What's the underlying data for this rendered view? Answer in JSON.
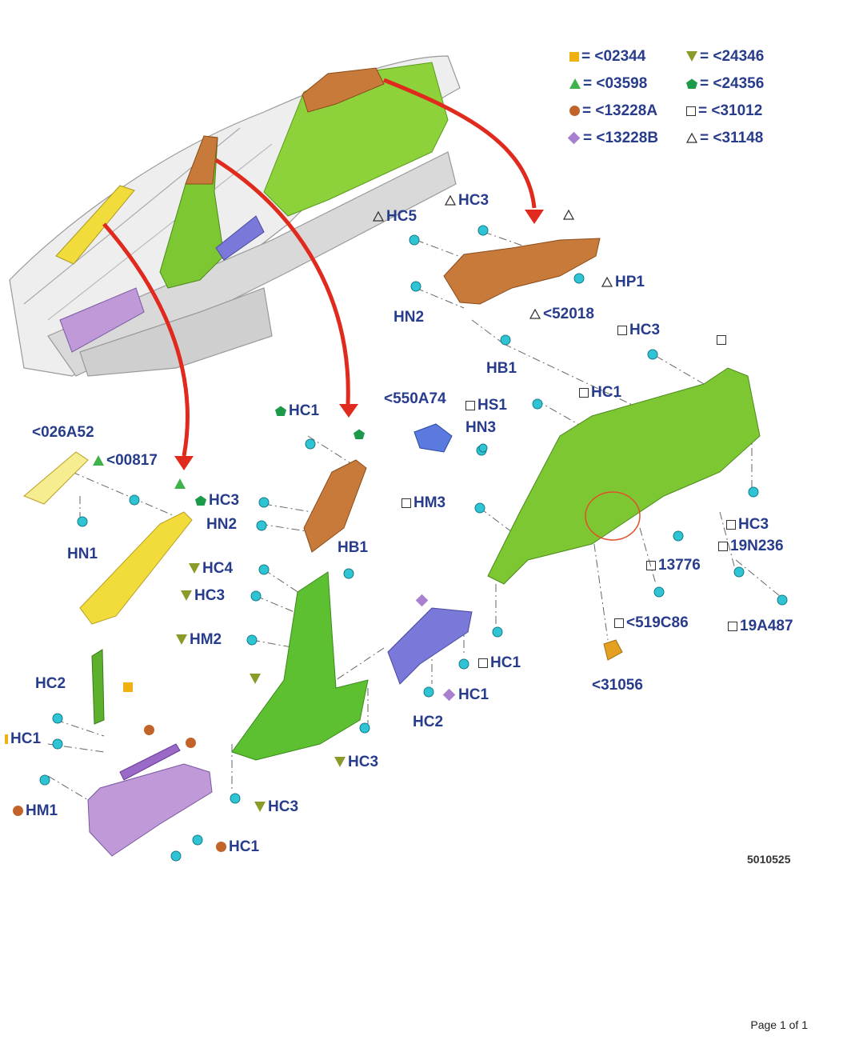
{
  "legend": [
    {
      "symbol": "square-orange",
      "eq": "=",
      "part": "<02344"
    },
    {
      "symbol": "triangle-down-olive",
      "eq": "=",
      "part": "<24346"
    },
    {
      "symbol": "triangle-green",
      "eq": "=",
      "part": "<03598"
    },
    {
      "symbol": "pentagon-green",
      "eq": "=",
      "part": "<24356"
    },
    {
      "symbol": "circle-brown",
      "eq": "=",
      "part": "<13228A"
    },
    {
      "symbol": "square-open",
      "eq": "=",
      "part": "<31012"
    },
    {
      "symbol": "diamond-purple",
      "eq": "=",
      "part": "<13228B"
    },
    {
      "symbol": "triangle-open",
      "eq": "=",
      "part": "<31148"
    }
  ],
  "callouts": {
    "hc5": "HC5",
    "hc3_top": "HC3",
    "hp1": "HP1",
    "hn2_top": "HN2",
    "p52018": "<52018",
    "hc3_right": "HC3",
    "hb1_top": "HB1",
    "hc1_mid": "HC1",
    "p550a74": "<550A74",
    "hs1": "HS1",
    "hn3": "HN3",
    "hc1_pent": "HC1",
    "p026a52": "<026A52",
    "p00817": "<00817",
    "hc3_pent": "HC3",
    "hn2_mid": "HN2",
    "hb1_mid": "HB1",
    "hn1": "HN1",
    "hc4": "HC4",
    "hc3_a": "HC3",
    "hm3": "HM3",
    "hc3_low": "HC3",
    "p19n236": "19N236",
    "p13776": "13776",
    "hm2": "HM2",
    "p519c86": "<519C86",
    "p19a487": "19A487",
    "hc1_sq": "HC1",
    "hc2_left": "HC2",
    "hc1_dia": "HC1",
    "hc2_mid": "HC2",
    "p31056": "<31056",
    "hc1_left": "HC1",
    "hc3_b": "HC3",
    "hm1": "HM1",
    "hc3_c": "HC3",
    "hc1_bottom": "HC1"
  },
  "figure_number": "5010525",
  "page_footer": "Page 1 of 1",
  "colors": {
    "label": "#283c8c",
    "green_trim": "#7dc832",
    "orange_trim": "#c87a3a",
    "yellow_trim": "#f2dc3c",
    "purple_trim": "#c09ad8",
    "blue_trim": "#7a78d8",
    "clip": "#2ec4d4",
    "arrow": "#e02a1e",
    "circle_mark": "#e0502a"
  }
}
